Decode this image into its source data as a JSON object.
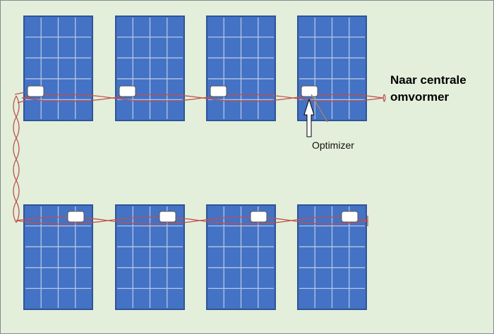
{
  "labels": {
    "destination_line1": "Naar centrale",
    "destination_line2": "omvormer",
    "optimizer": "Optimizer"
  },
  "rows": [
    {
      "panel_count": 4,
      "optimizer_position": "left"
    },
    {
      "panel_count": 4,
      "optimizer_position": "right"
    }
  ],
  "colors": {
    "background": "#e3efda",
    "panel": "#4472c4",
    "panel_border": "#2f5597",
    "grid": "#b4c6e7",
    "wire": "#c0504d",
    "optimizer": "#ffffff"
  }
}
